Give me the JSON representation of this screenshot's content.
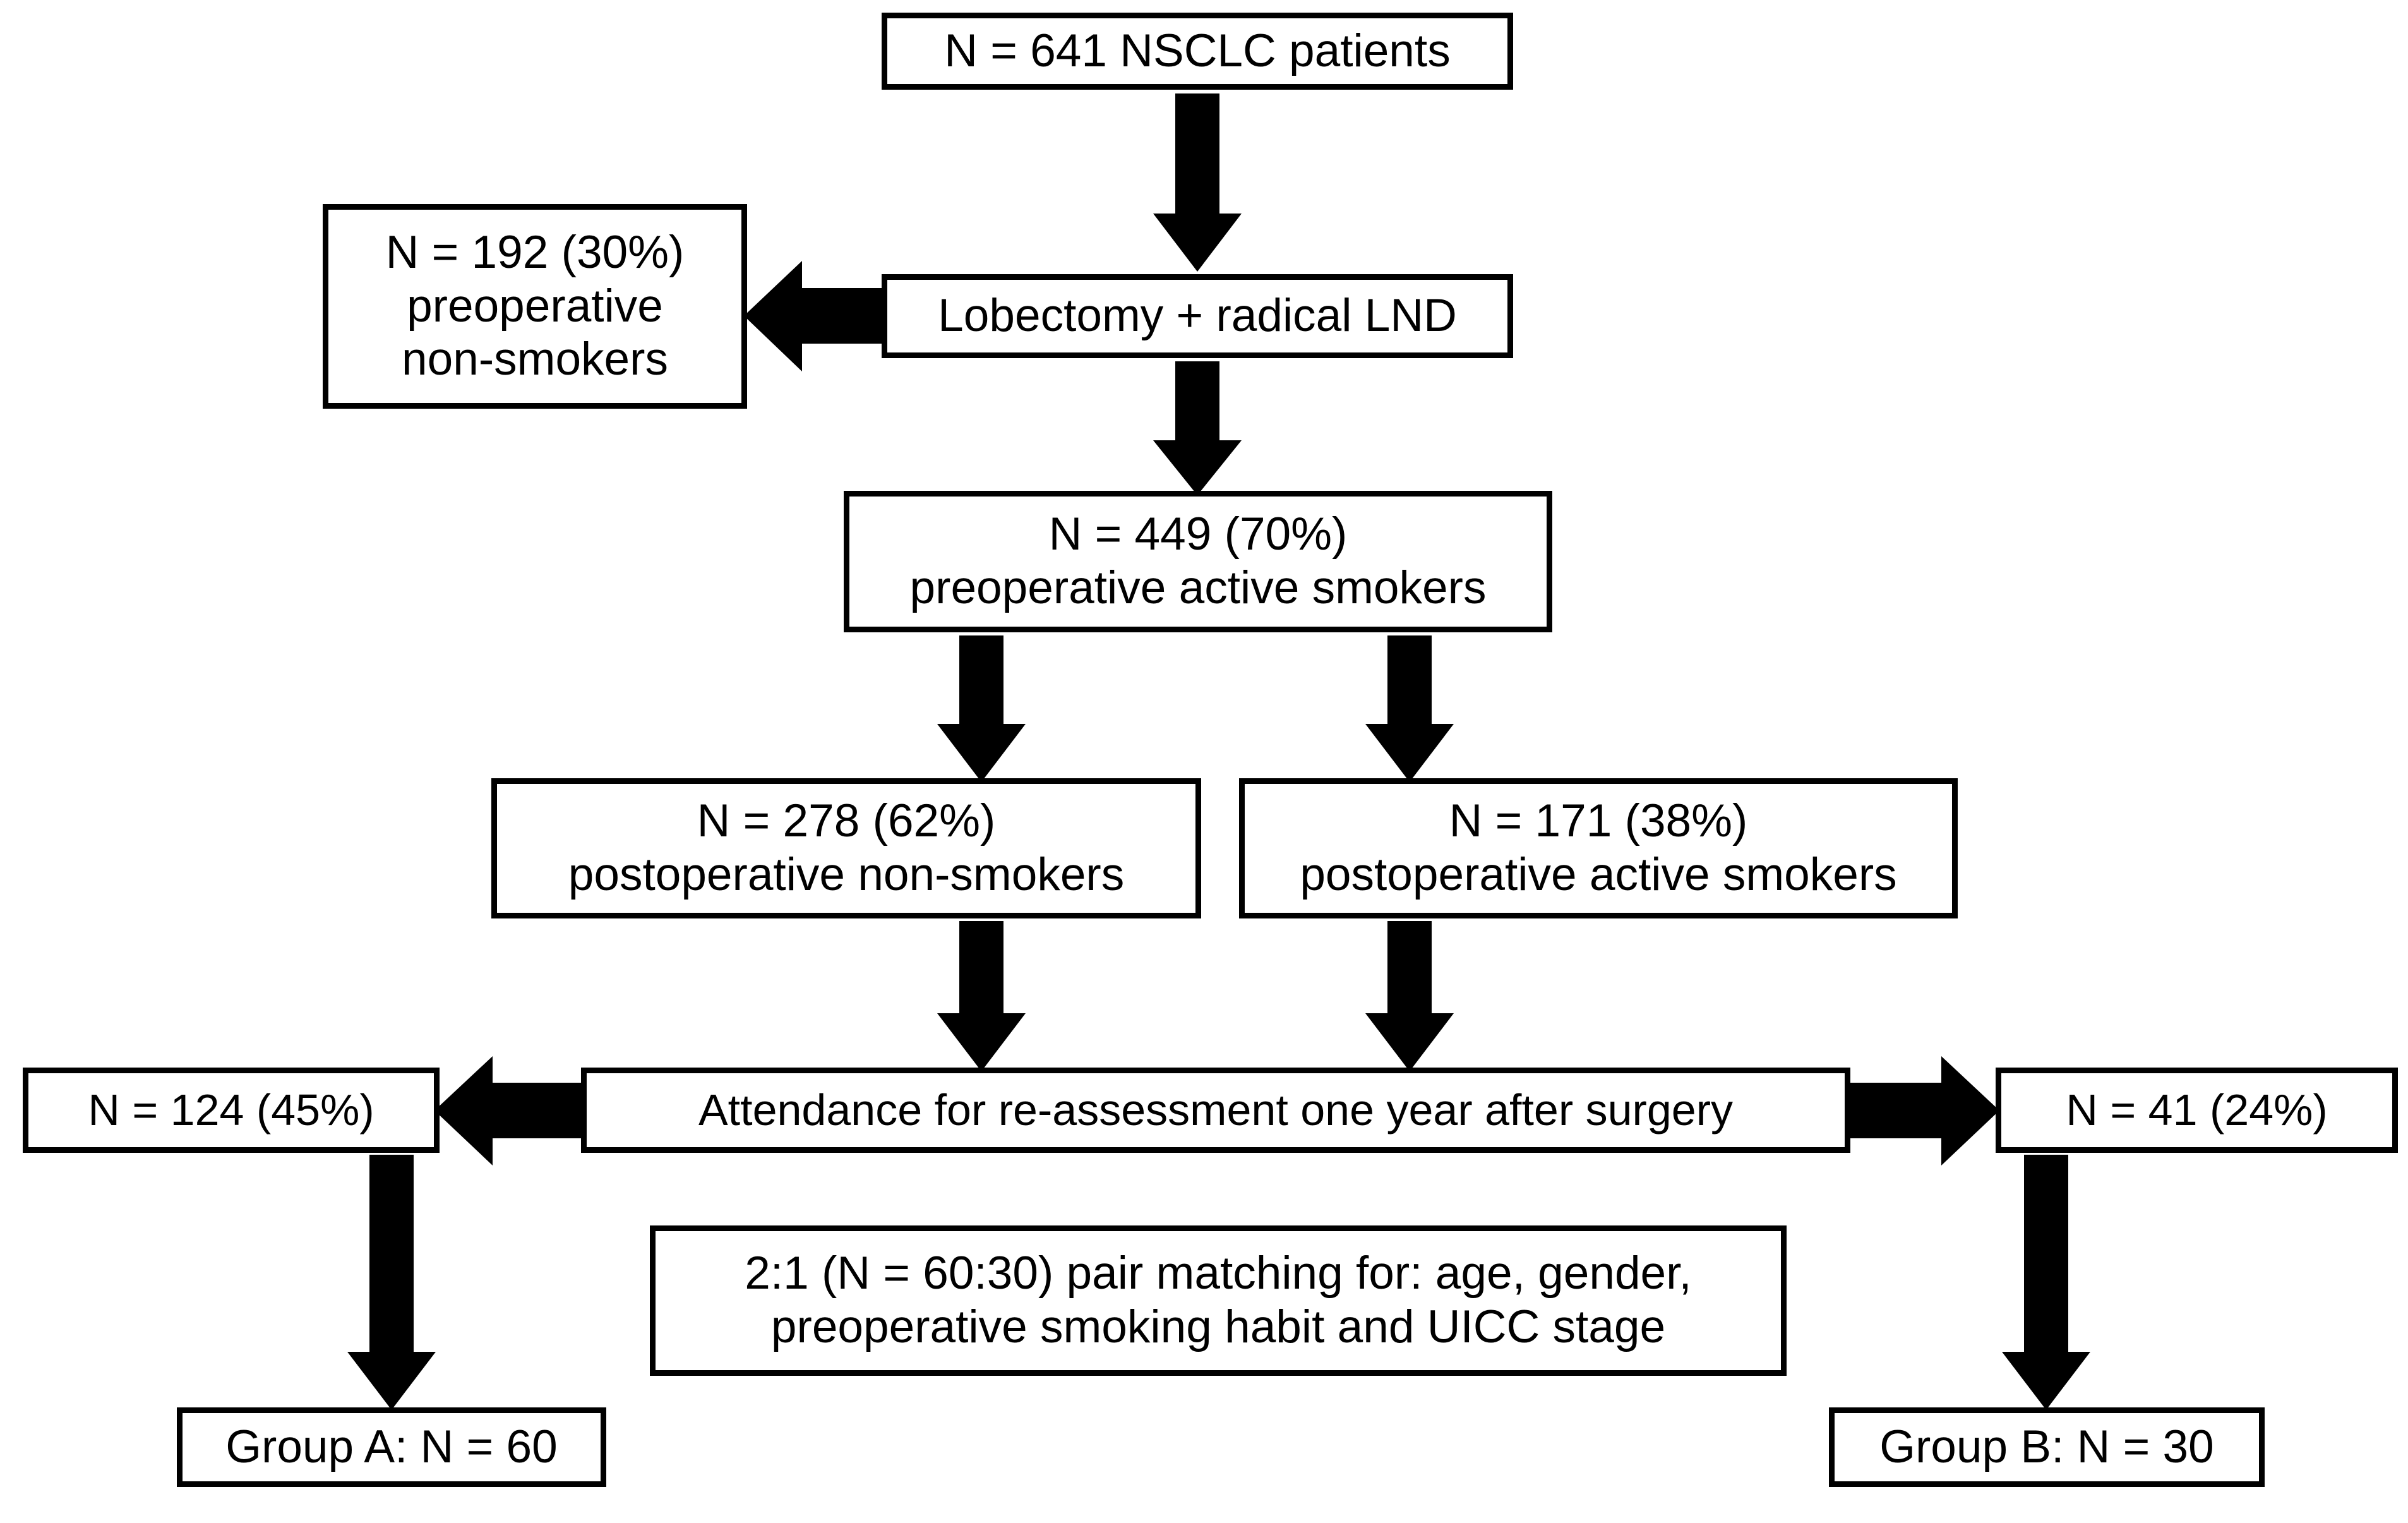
{
  "figure": {
    "type": "flowchart",
    "title": "NSCLC patient selection and group allocation flow diagram",
    "background_color": "#ffffff",
    "stroke_color": "#000000"
  },
  "nodes": {
    "total": {
      "line1": "N = 641 NSCLC patients"
    },
    "preop_non_smokers": {
      "line1": "N = 192 (30%)",
      "line2": "preoperative",
      "line3": "non-smokers"
    },
    "lobectomy": {
      "line1": "Lobectomy + radical LND"
    },
    "preop_active_smokers": {
      "line1": "N = 449 (70%)",
      "line2": "preoperative active smokers"
    },
    "postop_non_smokers": {
      "line1": "N = 278 (62%)",
      "line2": "postoperative non-smokers"
    },
    "postop_active_smokers": {
      "line1": "N = 171 (38%)",
      "line2": "postoperative active smokers"
    },
    "attendance": {
      "line1": "Attendance for re-assessment one year after surgery"
    },
    "attend_left": {
      "line1": "N = 124 (45%)"
    },
    "attend_right": {
      "line1": "N = 41 (24%)"
    },
    "pair_matching": {
      "line1": "2:1 (N = 60:30) pair matching for: age, gender,",
      "line2": "preoperative smoking habit and UICC stage"
    },
    "group_a": {
      "line1": "Group A: N = 60"
    },
    "group_b": {
      "line1": "Group B: N = 30"
    }
  },
  "arrows": [
    {
      "id": "total-to-lobectomy",
      "direction": "down",
      "from": "total",
      "to": "lobectomy"
    },
    {
      "id": "lobectomy-to-preop-non",
      "direction": "left",
      "from": "lobectomy",
      "to": "preop_non_smokers"
    },
    {
      "id": "lobectomy-to-preop-active",
      "direction": "down",
      "from": "lobectomy",
      "to": "preop_active_smokers"
    },
    {
      "id": "preop-active-to-postop-non",
      "direction": "down",
      "from": "preop_active_smokers",
      "to": "postop_non_smokers"
    },
    {
      "id": "preop-active-to-postop-act",
      "direction": "down",
      "from": "preop_active_smokers",
      "to": "postop_active_smokers"
    },
    {
      "id": "postop-non-to-attendance",
      "direction": "down",
      "from": "postop_non_smokers",
      "to": "attendance"
    },
    {
      "id": "postop-act-to-attendance",
      "direction": "down",
      "from": "postop_active_smokers",
      "to": "attendance"
    },
    {
      "id": "attendance-to-left",
      "direction": "left",
      "from": "attendance",
      "to": "attend_left"
    },
    {
      "id": "attendance-to-right",
      "direction": "right",
      "from": "attendance",
      "to": "attend_right"
    },
    {
      "id": "left-to-group-a",
      "direction": "down",
      "from": "attend_left",
      "to": "group_a"
    },
    {
      "id": "right-to-group-b",
      "direction": "down",
      "from": "attend_right",
      "to": "group_b"
    }
  ]
}
